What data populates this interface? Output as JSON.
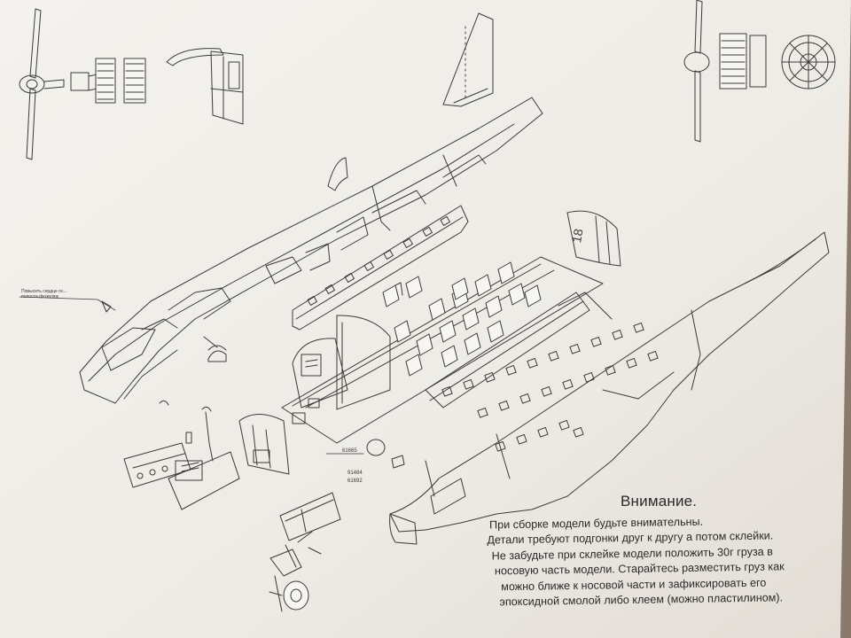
{
  "paper_color": "#f1efea",
  "line_color": "#3a3a3a",
  "callouts": {
    "left_note_1": "Повысить сердце ос...",
    "left_note_2": "полости фюзеляж"
  },
  "part_numbers": [
    "61665",
    "91484",
    "61692"
  ],
  "tail_marking": "18",
  "notice": {
    "title": "Внимание.",
    "lines": [
      "При сборке модели будьте внимательны.",
      "Детали требуют подгонки друг к другу а потом склейки.",
      "Не забудьте при склейке модели положить 30г груза в",
      "носовую часть модели. Старайтесь разместить груз как",
      "можно ближе к носовой части и зафиксировать его",
      "эпоксидной смолой либо клеем (можно пластилином)."
    ]
  }
}
